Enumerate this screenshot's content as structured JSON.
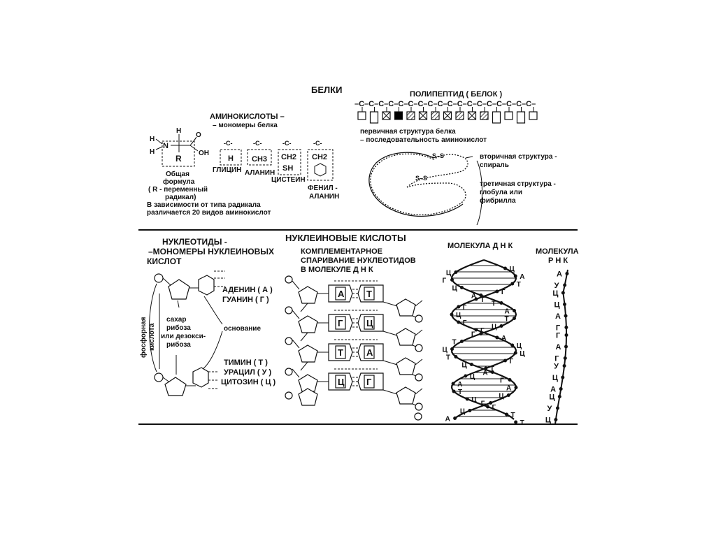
{
  "proteins": {
    "title": "БЕЛКИ",
    "amino_title": "АМИНОКИСЛОТЫ –",
    "amino_subtitle": "– мономеры белка",
    "general_formula": {
      "h_top": "H",
      "h_left": "H",
      "h_left2": "H",
      "n": "N",
      "c_o": "O",
      "oh": "OH",
      "r": "R",
      "caption_1": "Общая",
      "caption_2": "формула",
      "caption_3": "( R - переменный",
      "caption_4": "радикал)"
    },
    "radicals": [
      {
        "top": "-C-",
        "group": "H",
        "name": "ГЛИЦИН"
      },
      {
        "top": "-C-",
        "group": "CH3",
        "name": "АЛАНИН"
      },
      {
        "top": "-C-",
        "group": "CH2",
        "group2": "SH",
        "name": "ЦИСТЕИН"
      },
      {
        "top": "-C-",
        "group": "CH2",
        "name": "ФЕНИЛ -",
        "name2": "АЛАНИН"
      }
    ],
    "note_1": "В зависимости от типа радикала",
    "note_2": "различается 20 видов  аминокислот",
    "polypeptide_title": "ПОЛИПЕПТИД ( БЕЛОК )",
    "chain": "–C–C–C–C–C–C–C–C–C–C–C–C–C–C–C–C–C–C–",
    "primary_1": "первичная структура белка",
    "primary_2": "– последовательность аминокислот",
    "secondary_1": "вторичная структура -",
    "secondary_2": "спираль",
    "tertiary_1": "третичная структура -",
    "tertiary_2": "глобула или",
    "tertiary_3": "фибрилла",
    "ss_1": "S–S",
    "ss_2": "S–S"
  },
  "nucleic": {
    "title": "НУКЛЕИНОВЫЕ КИСЛОТЫ",
    "nucleotides_1": "НУКЛЕОТИДЫ -",
    "nucleotides_2": "–МОНОМЕРЫ НУКЛЕИНОВЫХ",
    "nucleotides_3": "КИСЛОТ",
    "phosphate_1": "фосфорная",
    "phosphate_2": "кислота",
    "sugar_1": "сахар",
    "sugar_2": "рибоза",
    "sugar_3": "или дезокси-",
    "sugar_4": "рибоза",
    "base": "основание",
    "adenine": "АДЕНИН ( А )",
    "guanine": "ГУАНИН ( Г )",
    "thymine": "ТИМИН ( Т )",
    "uracil": "УРАЦИЛ ( У )",
    "cytosine": "ЦИТОЗИН ( Ц )",
    "compl_1": "КОМПЛЕМЕНТАРНОЕ",
    "compl_2": "СПАРИВАНИЕ НУКЛЕОТИДОВ",
    "compl_3": "В МОЛЕКУЛЕ  Д Н К",
    "pairs": [
      [
        "А",
        "Т"
      ],
      [
        "Г",
        "Ц"
      ],
      [
        "Т",
        "А"
      ],
      [
        "Ц",
        "Г"
      ]
    ],
    "dna_title": "МОЛЕКУЛА  Д Н К",
    "rna_title_1": "МОЛЕКУЛА",
    "rna_title_2": "Р Н К",
    "dna_letters": [
      "Ц",
      "Ц",
      "А",
      "Г",
      "Т",
      "Ц",
      "Г",
      "А",
      "Т",
      "Т",
      "Г",
      "А",
      "Ц",
      "Т",
      "Г",
      "Ц",
      "Г",
      "Г",
      "А",
      "Т",
      "Ц",
      "Ц",
      "Ц",
      "Т",
      "Г",
      "Ц",
      "Т",
      "А",
      "Ц",
      "Г",
      "А",
      "А",
      "Т",
      "Ц",
      "Ц",
      "Г",
      "Г",
      "Ц",
      "Т",
      "А",
      "Т"
    ],
    "rna_letters": [
      "А",
      "У",
      "Ц",
      "Ц",
      "А",
      "Г",
      "Г",
      "А",
      "Г",
      "У",
      "Ц",
      "А",
      "Ц",
      "У",
      "Ц"
    ]
  }
}
